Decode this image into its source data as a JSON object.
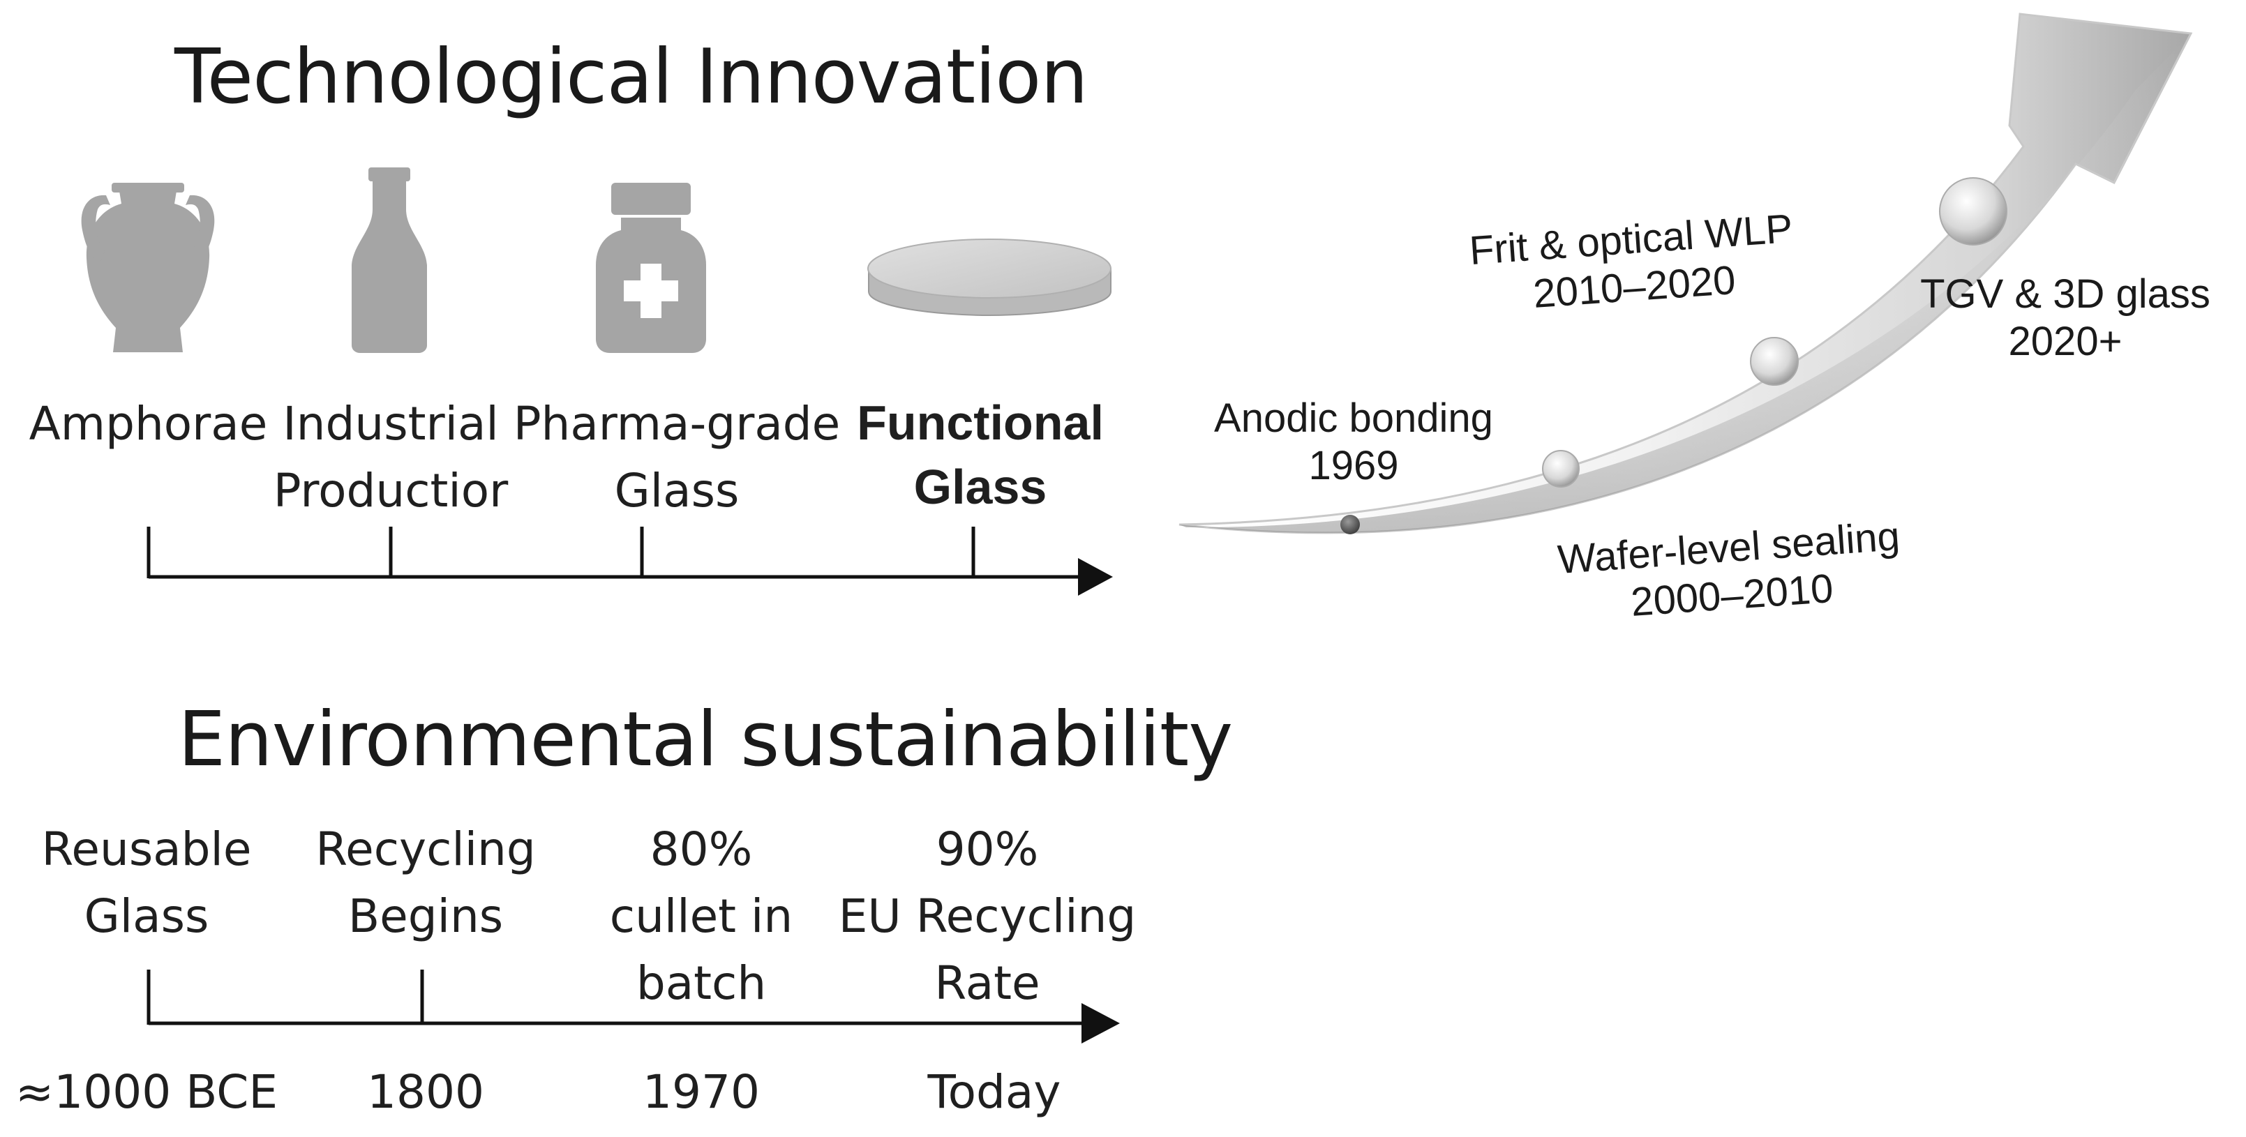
{
  "technological": {
    "title": "Technological Innovation",
    "items": [
      {
        "line1": "Amphorae",
        "line2": "",
        "icon": "amphora-icon"
      },
      {
        "line1": "Industrial",
        "line2": "Productior",
        "icon": "bottle-icon"
      },
      {
        "line1": "Pharma-grade",
        "line2": "Glass",
        "icon": "medicine-bottle-icon"
      },
      {
        "line1": "Functional",
        "line2": "Glass",
        "icon": "glass-wafer-icon"
      }
    ]
  },
  "environmental": {
    "title": "Environmental sustainability",
    "items": [
      {
        "lines": [
          "Reusable",
          "Glass"
        ],
        "date": "≈1000 BCE"
      },
      {
        "lines": [
          "Recycling",
          "Begins"
        ],
        "date": "1800"
      },
      {
        "lines": [
          "80%",
          "cullet in",
          "batch"
        ],
        "date": "1970"
      },
      {
        "lines": [
          "90%",
          "EU Recycling",
          "Rate"
        ],
        "date": "Today"
      }
    ]
  },
  "milestones": [
    {
      "label": "Anodic bonding",
      "date": "1969"
    },
    {
      "label": "Wafer-level sealing",
      "date": "2000–2010"
    },
    {
      "label": "Frit & optical WLP",
      "date": "2010–2020"
    },
    {
      "label": "TGV & 3D glass",
      "date": "2020+"
    }
  ],
  "colors": {
    "icon": "#a5a5a5",
    "axis": "#111111",
    "arrow_light": "#f4f4f4",
    "arrow_dark": "#9a9a9a"
  }
}
